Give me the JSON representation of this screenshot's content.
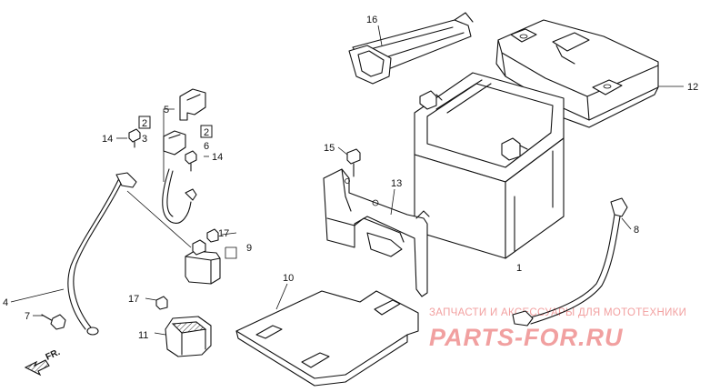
{
  "callouts": [
    {
      "id": "c1",
      "text": "1"
    },
    {
      "id": "c2a",
      "text": "2"
    },
    {
      "id": "c2b",
      "text": "2"
    },
    {
      "id": "c3",
      "text": "3"
    },
    {
      "id": "c4",
      "text": "4"
    },
    {
      "id": "c5",
      "text": "5"
    },
    {
      "id": "c6",
      "text": "6"
    },
    {
      "id": "c7",
      "text": "7"
    },
    {
      "id": "c8",
      "text": "8"
    },
    {
      "id": "c9",
      "text": "9"
    },
    {
      "id": "c10",
      "text": "10"
    },
    {
      "id": "c11",
      "text": "11"
    },
    {
      "id": "c12",
      "text": "12"
    },
    {
      "id": "c13",
      "text": "13"
    },
    {
      "id": "c14a",
      "text": "14"
    },
    {
      "id": "c14b",
      "text": "14"
    },
    {
      "id": "c15",
      "text": "15"
    },
    {
      "id": "c16",
      "text": "16"
    },
    {
      "id": "c17a",
      "text": "17"
    },
    {
      "id": "c17b",
      "text": "17"
    }
  ],
  "direction_marker": {
    "text": "FR.",
    "icon": "front-direction-arrow-icon"
  },
  "watermark": {
    "tagline": "ЗАПЧАСТИ И АКСЕССУАРЫ ДЛЯ МОТОТЕХНИКИ",
    "site": "PARTS-FOR.RU",
    "color": "#ef9090"
  }
}
